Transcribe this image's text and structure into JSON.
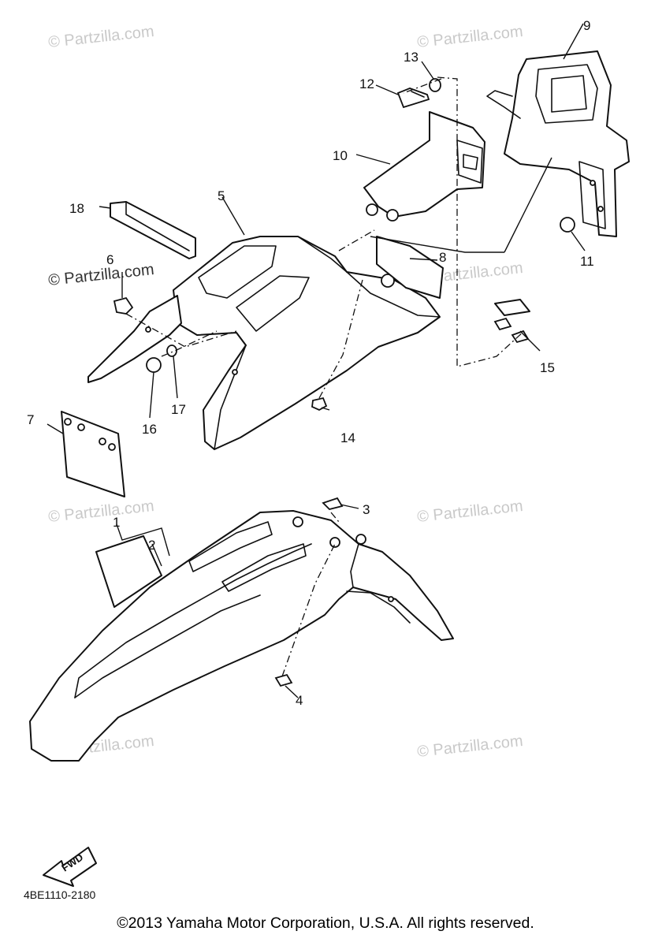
{
  "watermarks": {
    "top_left": "© Partzilla.com",
    "top_right": "© Partzilla.com",
    "mid_left": "© Partzilla.com",
    "mid_right": "© Partzilla.com",
    "lower_left": "© Partzilla.com",
    "lower_right": "© Partzilla.com",
    "bottom_left": "© Partzilla.com",
    "bottom_right": "© Partzilla.com"
  },
  "callouts": {
    "c1": "1",
    "c2": "2",
    "c3": "3",
    "c4": "4",
    "c5": "5",
    "c6": "6",
    "c7": "7",
    "c8": "8",
    "c9": "9",
    "c10": "10",
    "c11": "11",
    "c12": "12",
    "c13": "13",
    "c14": "14",
    "c15": "15",
    "c16": "16",
    "c17": "17",
    "c18": "18"
  },
  "fwd_label": "FWD",
  "diagram_code": "4BE1110-2180",
  "copyright": "©2013 Yamaha Motor Corporation, U.S.A. All rights reserved."
}
